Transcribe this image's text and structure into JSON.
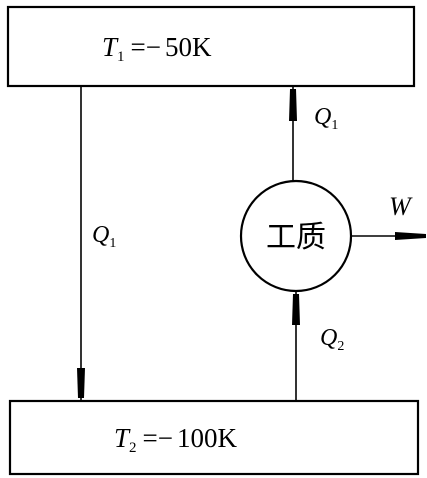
{
  "reservoirs": {
    "hot": {
      "symbol": "T",
      "subscript": "1",
      "equation": "=−",
      "value": "50K"
    },
    "cold": {
      "symbol": "T",
      "subscript": "2",
      "equation": "=−",
      "value": "100K"
    }
  },
  "engine": {
    "label": "工质"
  },
  "flows": {
    "left": {
      "symbol": "Q",
      "subscript": "1"
    },
    "upper_right": {
      "symbol": "Q",
      "subscript": "1"
    },
    "lower_right": {
      "symbol": "Q",
      "subscript": "2"
    },
    "work": {
      "symbol": "W"
    }
  }
}
